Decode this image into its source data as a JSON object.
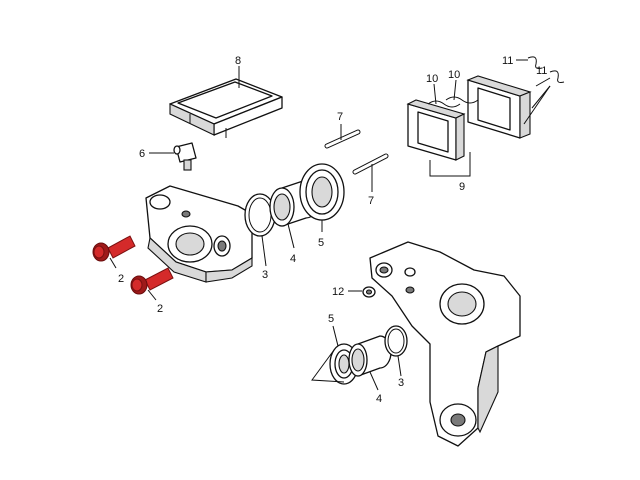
{
  "diagram": {
    "callouts": [
      "2",
      "2",
      "3",
      "4",
      "5",
      "6",
      "7",
      "7",
      "8",
      "9",
      "10",
      "10",
      "11",
      "11",
      "12",
      "5",
      "4",
      "3"
    ],
    "colors": {
      "line": "#111111",
      "bolt": "#d42a2a",
      "background": "#ffffff"
    }
  }
}
